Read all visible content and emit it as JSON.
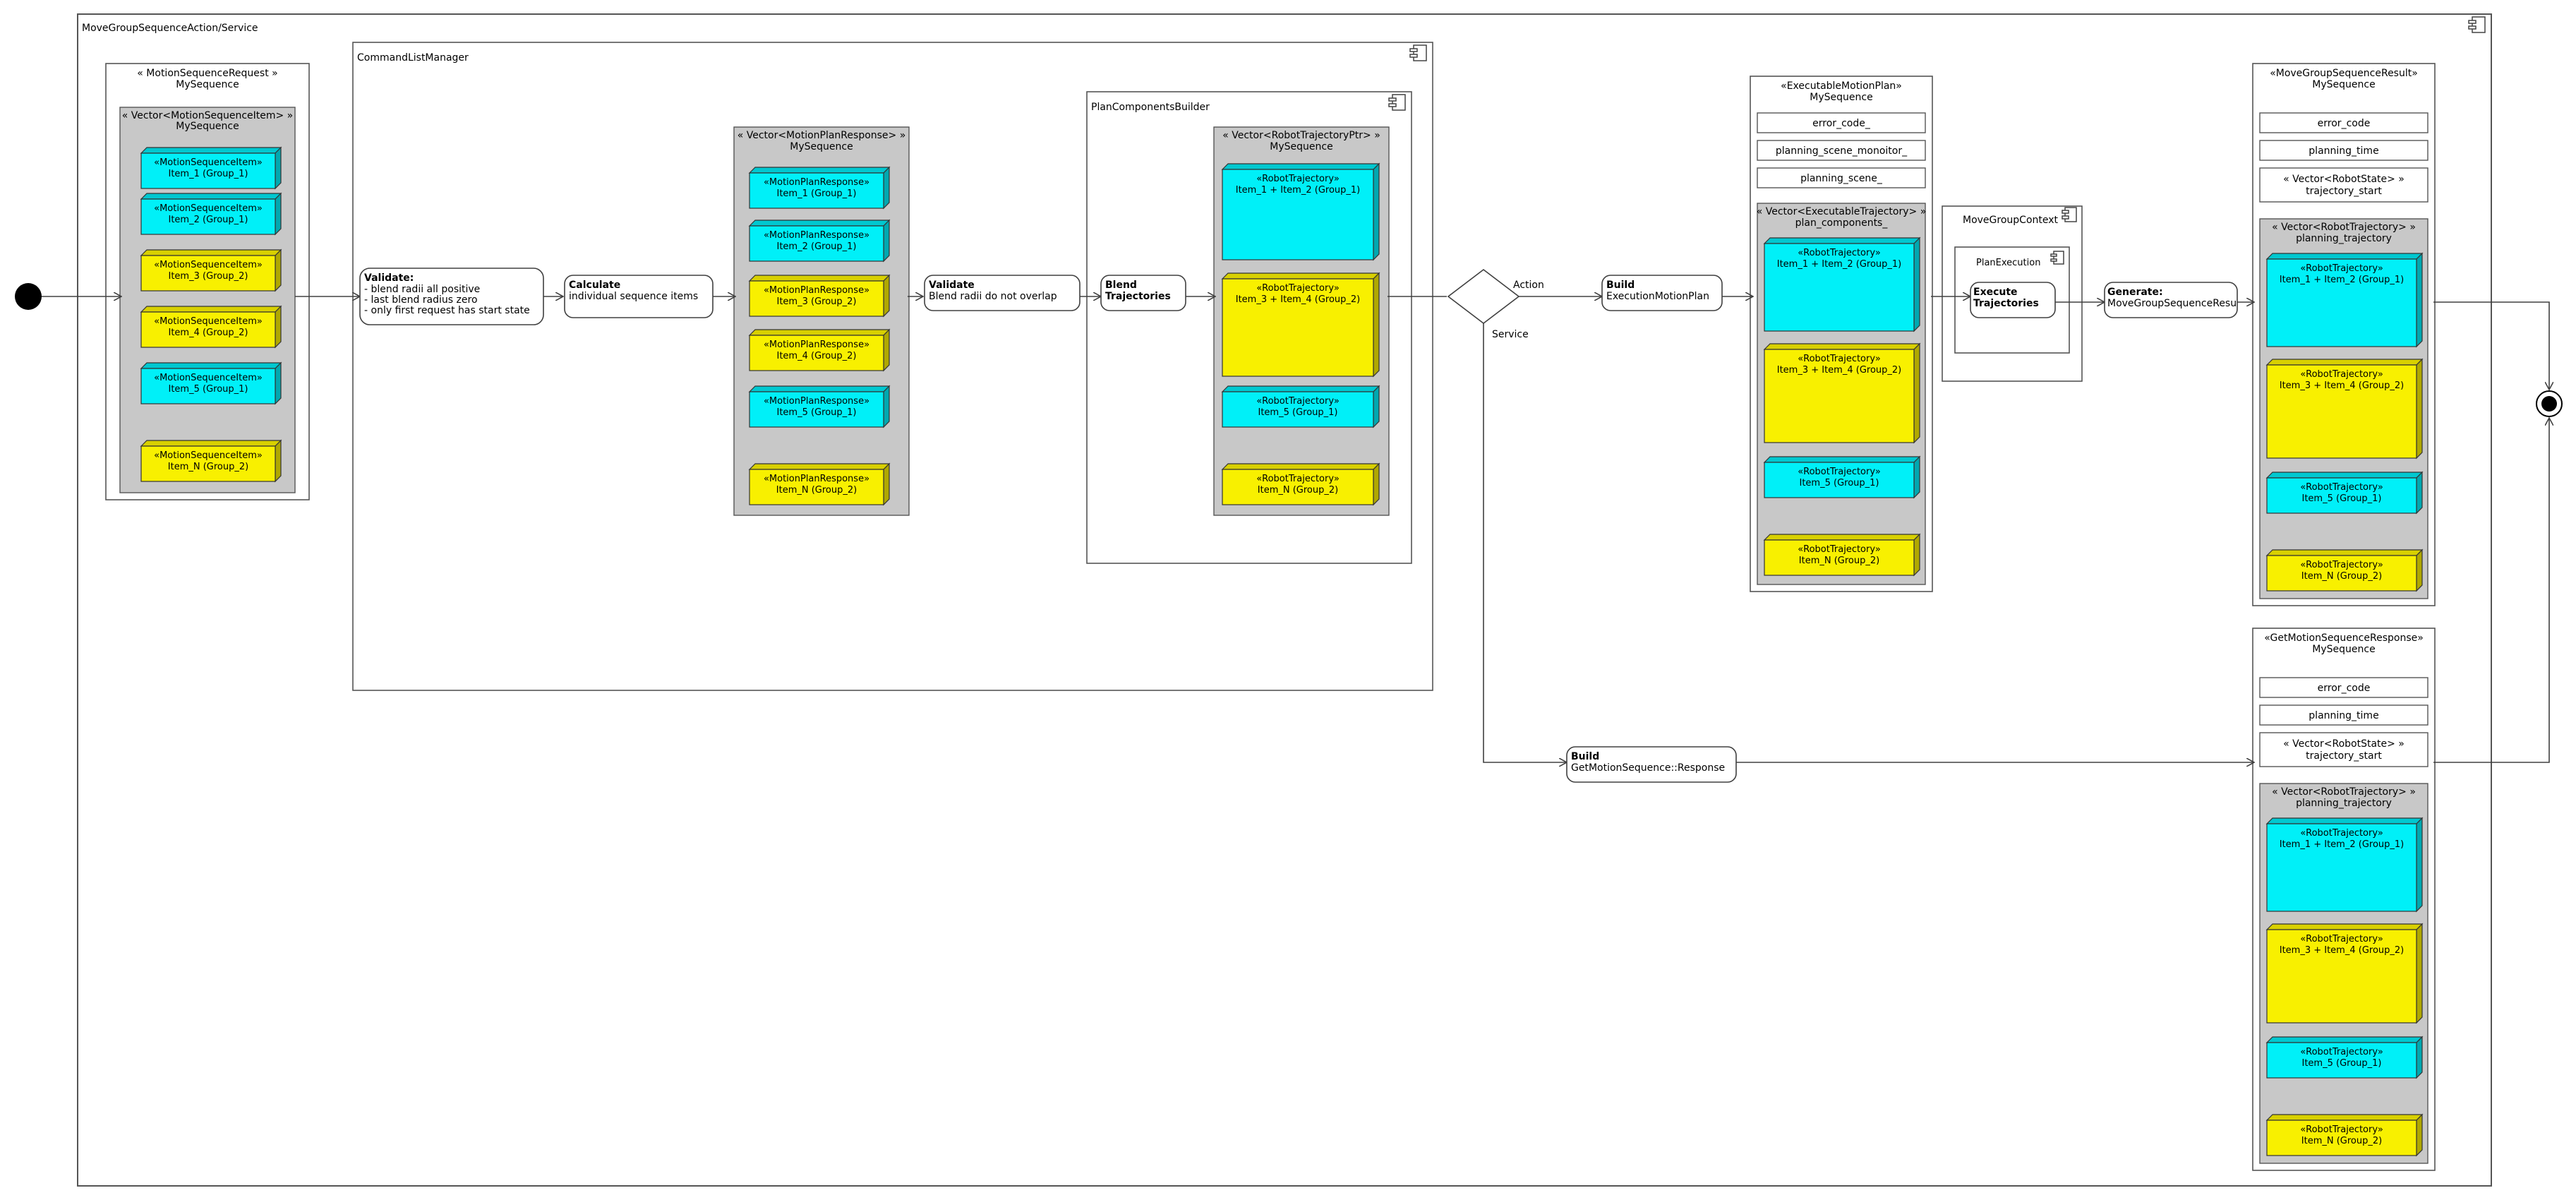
{
  "colors": {
    "cyan": "#00f0f8",
    "cyan_top": "#00c8d0",
    "cyan_side": "#00a8b0",
    "yellow": "#f8f000",
    "yellow_top": "#d8d000",
    "yellow_side": "#b0a800",
    "vector_bg": "#c8c8c8",
    "line": "#404040"
  },
  "frames": {
    "outer": "MoveGroupSequenceAction/Service",
    "command_list_manager": "CommandListManager",
    "plan_components_builder": "PlanComponentsBuilder",
    "move_group_context": "MoveGroupContext",
    "plan_execution": "PlanExecution"
  },
  "request": {
    "title_1": "« MotionSequenceRequest »",
    "title_2": "MySequence",
    "vector_title_1": "« Vector<MotionSequenceItem> »",
    "vector_title_2": "MySequence",
    "items": [
      {
        "stereo": "«MotionSequenceItem»",
        "label": "Item_1 (Group_1)"
      },
      {
        "stereo": "«MotionSequenceItem»",
        "label": "Item_2 (Group_1)"
      },
      {
        "stereo": "«MotionSequenceItem»",
        "label": "Item_3 (Group_2)"
      },
      {
        "stereo": "«MotionSequenceItem»",
        "label": "Item_4 (Group_2)"
      },
      {
        "stereo": "«MotionSequenceItem»",
        "label": "Item_5 (Group_1)"
      },
      {
        "stereo": "«MotionSequenceItem»",
        "label": "Item_N (Group_2)"
      }
    ]
  },
  "plan_response": {
    "title_1": "« Vector<MotionPlanResponse> »",
    "title_2": "MySequence",
    "items": [
      {
        "stereo": "«MotionPlanResponse»",
        "label": "Item_1 (Group_1)"
      },
      {
        "stereo": "«MotionPlanResponse»",
        "label": "Item_2 (Group_1)"
      },
      {
        "stereo": "«MotionPlanResponse»",
        "label": "Item_3 (Group_2)"
      },
      {
        "stereo": "«MotionPlanResponse»",
        "label": "Item_4 (Group_2)"
      },
      {
        "stereo": "«MotionPlanResponse»",
        "label": "Item_5 (Group_1)"
      },
      {
        "stereo": "«MotionPlanResponse»",
        "label": "Item_N (Group_2)"
      }
    ]
  },
  "trajectory_ptr": {
    "title_1": "« Vector<RobotTrajectoryPtr> »",
    "title_2": "MySequence",
    "items": [
      {
        "stereo": "«RobotTrajectory»",
        "label": "Item_1 + Item_2  (Group_1)"
      },
      {
        "stereo": "«RobotTrajectory»",
        "label": "Item_3 + Item_4 (Group_2)"
      },
      {
        "stereo": "«RobotTrajectory»",
        "label": "Item_5  (Group_1)"
      },
      {
        "stereo": "«RobotTrajectory»",
        "label": "Item_N  (Group_2)"
      }
    ]
  },
  "executable_plan": {
    "title_1": "«ExecutableMotionPlan»",
    "title_2": "MySequence",
    "fields": [
      "error_code_",
      "planning_scene_monoitor_",
      "planning_scene_"
    ],
    "vector_title_1": "« Vector<ExecutableTrajectory> »",
    "vector_title_2": "plan_components_",
    "items": [
      {
        "stereo": "«RobotTrajectory»",
        "label": "Item_1 + Item_2  (Group_1)"
      },
      {
        "stereo": "«RobotTrajectory»",
        "label": "Item_3 + Item_4 (Group_2)"
      },
      {
        "stereo": "«RobotTrajectory»",
        "label": "Item_5  (Group_1)"
      },
      {
        "stereo": "«RobotTrajectory»",
        "label": "Item_N  (Group_2)"
      }
    ]
  },
  "sequence_result": {
    "title_1": "«MoveGroupSequenceResult»",
    "title_2": "MySequence",
    "fields": [
      "error_code",
      "planning_time"
    ],
    "state_field_1": "« Vector<RobotState> »",
    "state_field_2": "trajectory_start",
    "vector_title_1": "« Vector<RobotTrajectory> »",
    "vector_title_2": "planning_trajectory",
    "items": [
      {
        "stereo": "«RobotTrajectory»",
        "label": "Item_1 + Item_2  (Group_1)"
      },
      {
        "stereo": "«RobotTrajectory»",
        "label": "Item_3 + Item_4 (Group_2)"
      },
      {
        "stereo": "«RobotTrajectory»",
        "label": "Item_5  (Group_1)"
      },
      {
        "stereo": "«RobotTrajectory»",
        "label": "Item_N  (Group_2)"
      }
    ]
  },
  "sequence_response": {
    "title_1": "«GetMotionSequenceResponse»",
    "title_2": "MySequence",
    "fields": [
      "error_code",
      "planning_time"
    ],
    "state_field_1": "« Vector<RobotState> »",
    "state_field_2": "trajectory_start",
    "vector_title_1": "« Vector<RobotTrajectory> »",
    "vector_title_2": "planning_trajectory",
    "items": [
      {
        "stereo": "«RobotTrajectory»",
        "label": "Item_1 + Item_2  (Group_1)"
      },
      {
        "stereo": "«RobotTrajectory»",
        "label": "Item_3 + Item_4 (Group_2)"
      },
      {
        "stereo": "«RobotTrajectory»",
        "label": "Item_5  (Group_1)"
      },
      {
        "stereo": "«RobotTrajectory»",
        "label": "Item_N  (Group_2)"
      }
    ]
  },
  "actions": {
    "validate_1": {
      "title": "Validate:",
      "lines": [
        "- blend radii all positive",
        "- last blend radius zero",
        "- only first request has start state"
      ]
    },
    "calculate": {
      "title": "Calculate",
      "lines": [
        "individual sequence items"
      ]
    },
    "validate_2": {
      "title": "Validate",
      "lines": [
        "Blend radii do not overlap"
      ]
    },
    "blend": {
      "title_1": "Blend",
      "title_2": "Trajectories"
    },
    "build_plan": {
      "title": "Build",
      "lines": [
        "ExecutionMotionPlan"
      ]
    },
    "execute": {
      "title_1": "Execute",
      "title_2": "Trajectories"
    },
    "generate": {
      "title": "Generate:",
      "lines": [
        "MoveGroupSequenceResu"
      ]
    },
    "build_response": {
      "title": "Build",
      "lines": [
        "GetMotionSequence::Response"
      ]
    }
  },
  "guards": {
    "action": "Action",
    "service": "Service"
  }
}
